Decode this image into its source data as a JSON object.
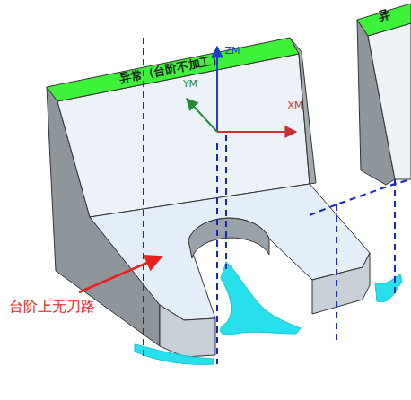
{
  "diagram": {
    "labels": [
      "异常（台阶不加工）",
      "ZM",
      "YM",
      "XM",
      "台阶上无刀路",
      "异"
    ]
  }
}
